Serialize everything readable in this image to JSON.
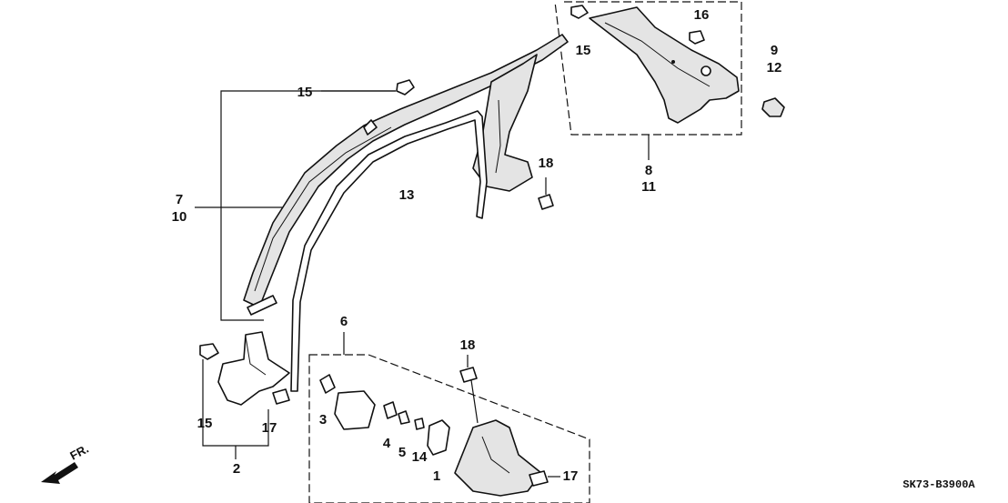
{
  "diagram": {
    "code": "SK73-B3900A",
    "direction_label": "FR.",
    "callouts": {
      "c1": "1",
      "c2": "2",
      "c3": "3",
      "c4": "4",
      "c5": "5",
      "c6": "6",
      "c7": "7",
      "c10": "10",
      "c8": "8",
      "c11": "11",
      "c9": "9",
      "c12": "12",
      "c13": "13",
      "c14": "14",
      "c15_top": "15",
      "c15_right": "15",
      "c15_left": "15",
      "c16": "16",
      "c17_left": "17",
      "c17_right": "17",
      "c18_top": "18",
      "c18_bottom": "18"
    }
  }
}
